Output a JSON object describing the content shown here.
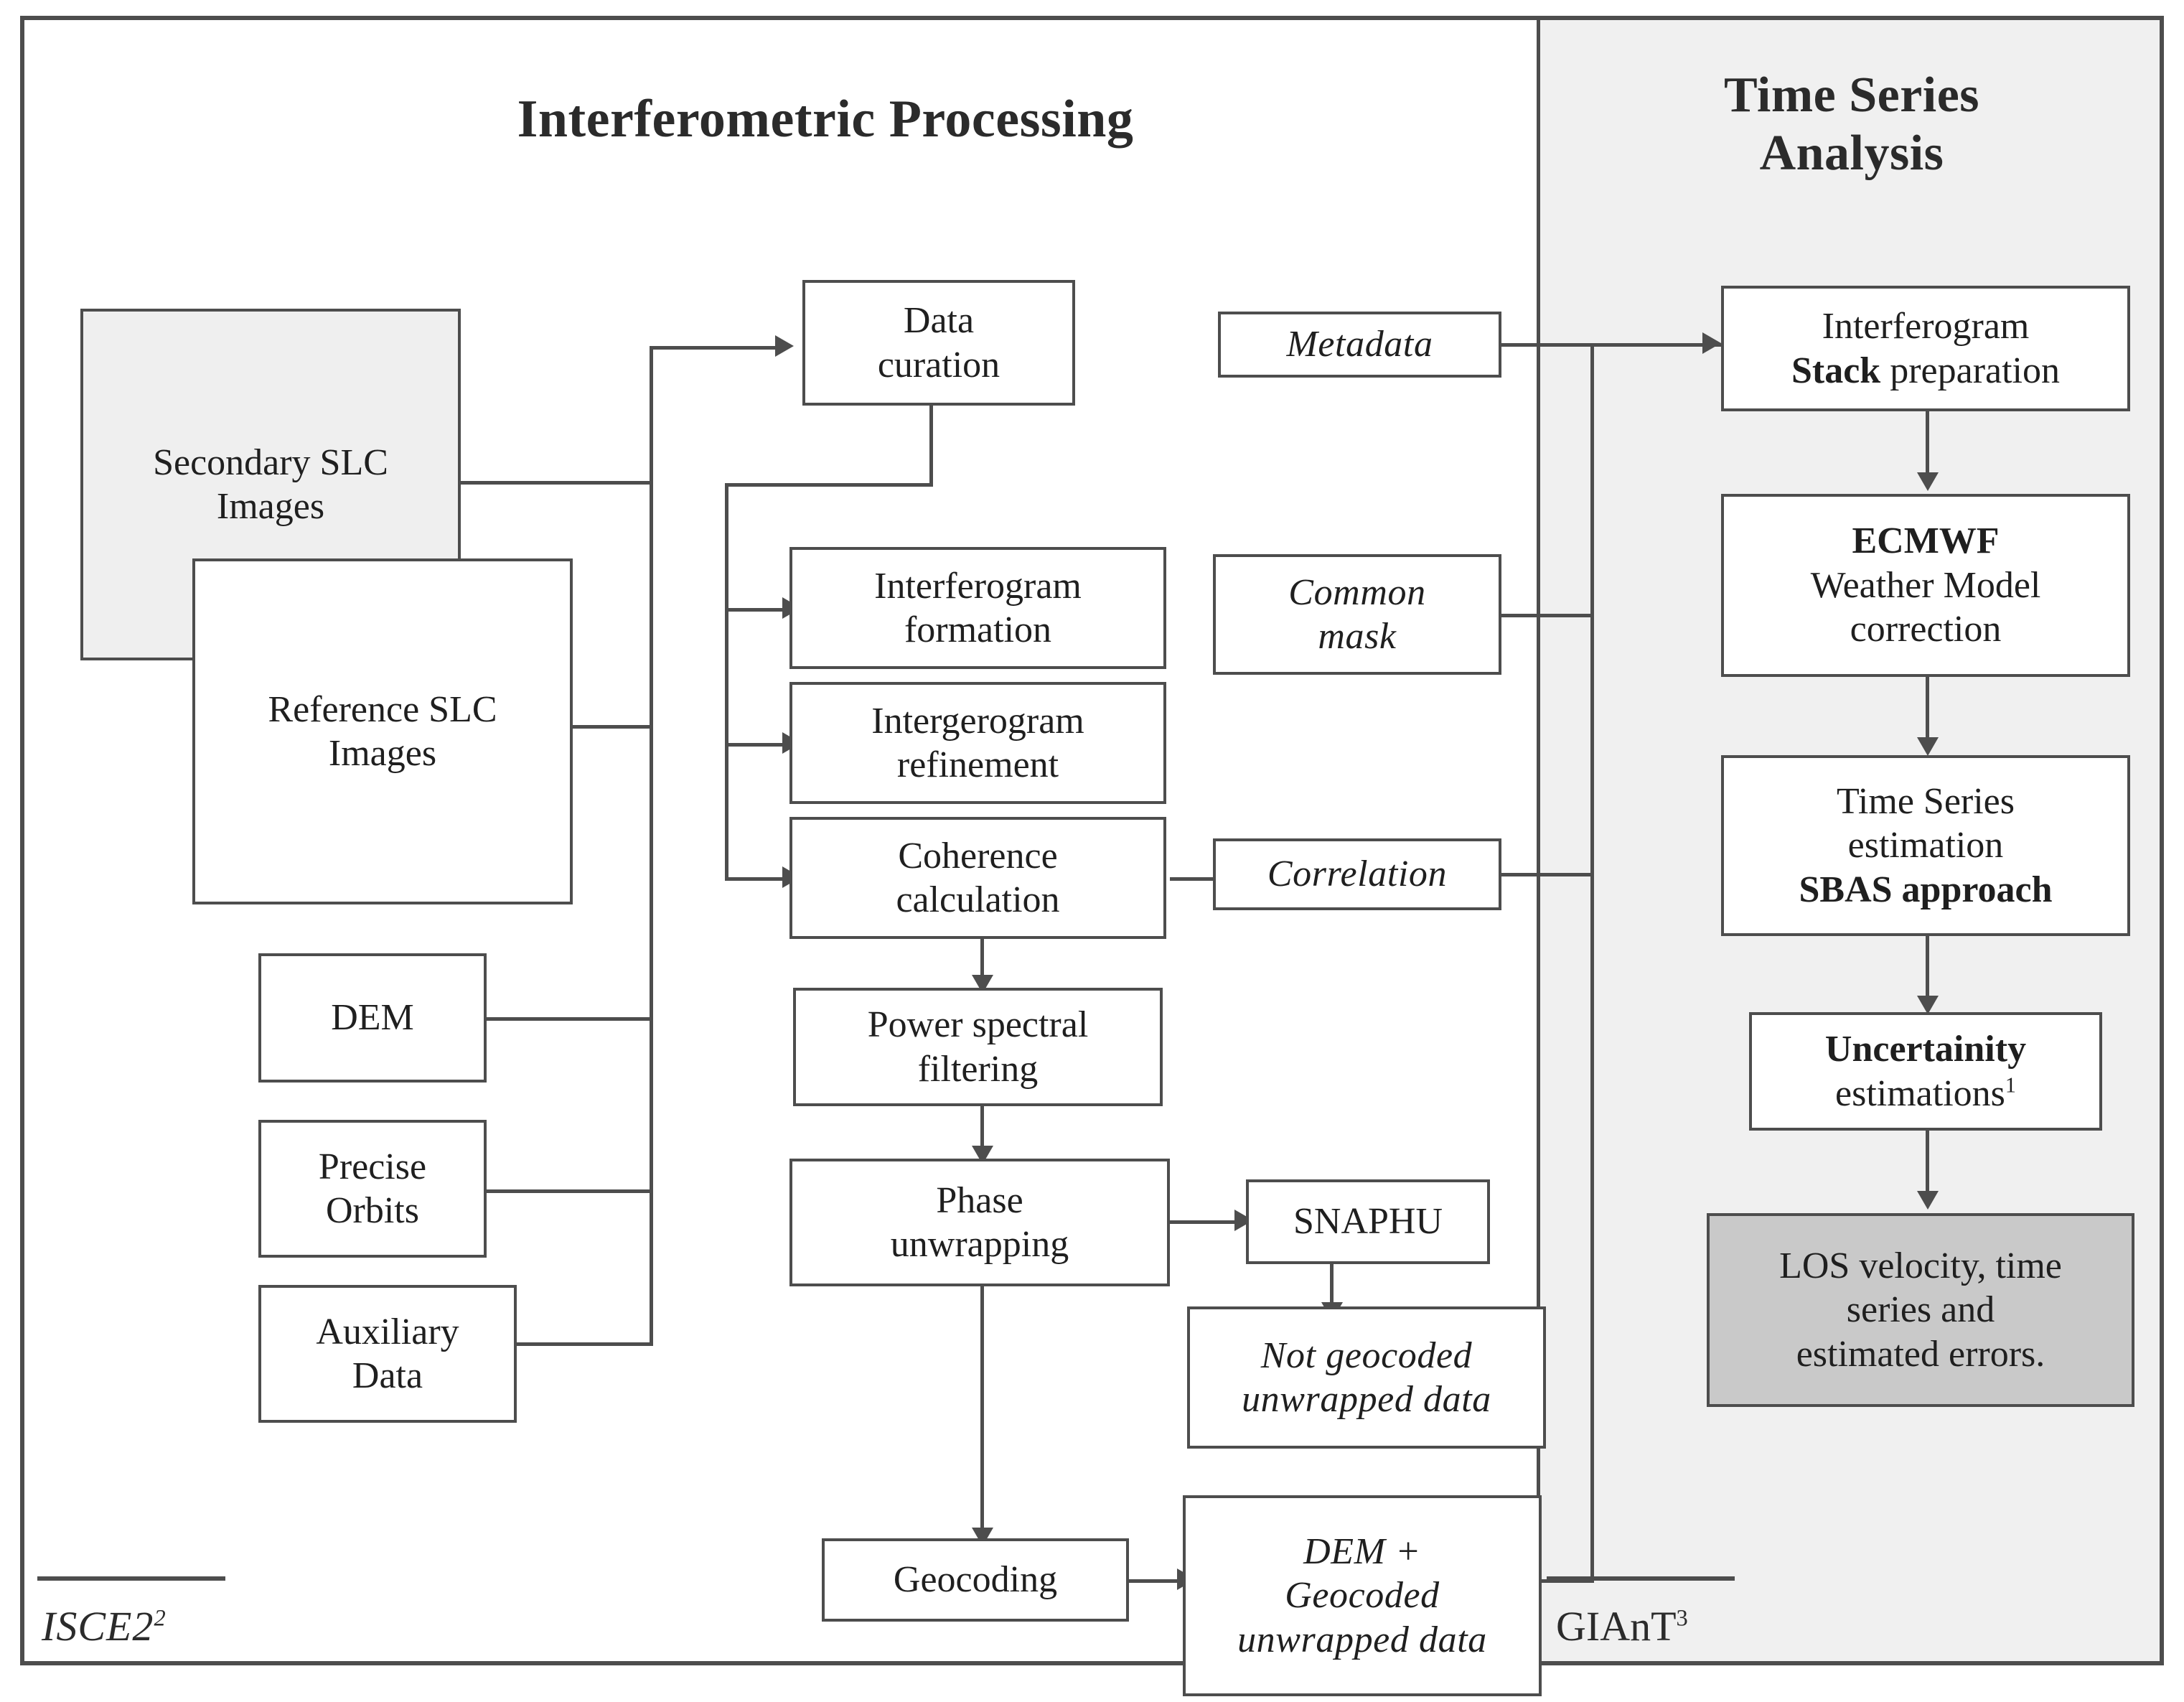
{
  "panels": {
    "left": {
      "title": "Interferometric Processing",
      "footer": "ISCE2",
      "footer_sup": "2"
    },
    "right": {
      "title": "Time Series\nAnalysis",
      "title_line1": "Time Series",
      "title_line2": "Analysis",
      "footer": "GIAnT",
      "footer_sup": "3"
    }
  },
  "colors": {
    "stroke": "#4d4d4d",
    "text": "#1f1f1f",
    "panel_right_bg": "#f0f0f0",
    "node_shaded_bg": "#efefef",
    "node_dark_bg": "#c9c9c9",
    "page_bg": "#ffffff"
  },
  "inputs": [
    {
      "id": "secondary-slc",
      "label_line1": "Secondary SLC",
      "label_line2": "Images",
      "style": "shaded"
    },
    {
      "id": "reference-slc",
      "label_line1": "Reference SLC",
      "label_line2": "Images",
      "style": "plain"
    },
    {
      "id": "dem",
      "label_line1": "DEM",
      "label_line2": "",
      "style": "plain"
    },
    {
      "id": "precise-orbits",
      "label_line1": "Precise",
      "label_line2": "Orbits",
      "style": "plain"
    },
    {
      "id": "auxiliary-data",
      "label_line1": "Auxiliary",
      "label_line2": "Data",
      "style": "plain"
    }
  ],
  "processing": [
    {
      "id": "data-curation",
      "label_line1": "Data",
      "label_line2": "curation"
    },
    {
      "id": "interferogram-formation",
      "label_line1": "Interferogram",
      "label_line2": "formation"
    },
    {
      "id": "interferogram-refinement",
      "label_line1": "Intergerogram",
      "label_line2": "refinement"
    },
    {
      "id": "coherence-calculation",
      "label_line1": "Coherence",
      "label_line2": "calculation"
    },
    {
      "id": "power-spectral-filtering",
      "label_line1": "Power spectral",
      "label_line2": "filtering"
    },
    {
      "id": "phase-unwrapping",
      "label_line1": "Phase",
      "label_line2": "unwrapping"
    },
    {
      "id": "geocoding",
      "label_line1": "Geocoding",
      "label_line2": ""
    },
    {
      "id": "snaphu",
      "label_line1": "SNAPHU",
      "label_line2": ""
    }
  ],
  "products": [
    {
      "id": "metadata",
      "label_line1": "Metadata",
      "label_line2": "",
      "label_line3": ""
    },
    {
      "id": "common-mask",
      "label_line1": "Common",
      "label_line2": "mask",
      "label_line3": ""
    },
    {
      "id": "correlation",
      "label_line1": "Correlation",
      "label_line2": "",
      "label_line3": ""
    },
    {
      "id": "not-geocoded-unwrapped-data",
      "label_line1": "Not geocoded",
      "label_line2": "unwrapped data",
      "label_line3": ""
    },
    {
      "id": "dem-geocoded-unwrapped-data",
      "label_line1": "DEM +",
      "label_line2": "Geocoded",
      "label_line3": "unwrapped data"
    }
  ],
  "timeseries": [
    {
      "id": "interferogram-stack-preparation",
      "line1_plain": "Interferogram",
      "line2_bold": "Stack",
      "line2_plain": " preparation"
    },
    {
      "id": "ecmwf-weather-model-correction",
      "line1_bold": "ECMWF",
      "line2_plain": "Weather Model",
      "line3_plain": "correction"
    },
    {
      "id": "time-series-estimation-sbas",
      "line1_plain": "Time Series",
      "line2_plain": "estimation",
      "line3_bold": "SBAS approach"
    },
    {
      "id": "uncertainty-estimations",
      "line1_bold": "Uncertainity",
      "line2_plain": "estimations",
      "line2_sup": "1"
    },
    {
      "id": "los-velocity-output",
      "line1_plain": "LOS velocity, time",
      "line2_plain": "series and",
      "line3_plain": "estimated errors."
    }
  ],
  "chart_data": {
    "type": "diagram",
    "title": "InSAR processing workflow",
    "nodes": [
      "Secondary SLC Images",
      "Reference SLC Images",
      "DEM",
      "Precise Orbits",
      "Auxiliary Data",
      "Data curation",
      "Interferogram formation",
      "Intergerogram refinement",
      "Coherence calculation",
      "Power spectral filtering",
      "Phase unwrapping",
      "SNAPHU",
      "Not geocoded unwrapped data",
      "Geocoding",
      "DEM + Geocoded unwrapped data",
      "Metadata",
      "Common mask",
      "Correlation",
      "Interferogram Stack preparation",
      "ECMWF Weather Model correction",
      "Time Series estimation SBAS approach",
      "Uncertainity estimations",
      "LOS velocity, time series and estimated errors."
    ],
    "edges": [
      [
        "Secondary SLC Images",
        "Data curation"
      ],
      [
        "Reference SLC Images",
        "Data curation"
      ],
      [
        "DEM",
        "Data curation"
      ],
      [
        "Precise Orbits",
        "Data curation"
      ],
      [
        "Auxiliary Data",
        "Data curation"
      ],
      [
        "Data curation",
        "Interferogram formation"
      ],
      [
        "Data curation",
        "Intergerogram refinement"
      ],
      [
        "Data curation",
        "Coherence calculation"
      ],
      [
        "Coherence calculation",
        "Correlation"
      ],
      [
        "Coherence calculation",
        "Power spectral filtering"
      ],
      [
        "Power spectral filtering",
        "Phase unwrapping"
      ],
      [
        "Phase unwrapping",
        "SNAPHU"
      ],
      [
        "SNAPHU",
        "Not geocoded unwrapped data"
      ],
      [
        "Phase unwrapping",
        "Geocoding"
      ],
      [
        "Geocoding",
        "DEM + Geocoded unwrapped data"
      ],
      [
        "Metadata",
        "Interferogram Stack preparation"
      ],
      [
        "Common mask",
        "Interferogram Stack preparation"
      ],
      [
        "Correlation",
        "Interferogram Stack preparation"
      ],
      [
        "DEM + Geocoded unwrapped data",
        "Interferogram Stack preparation"
      ],
      [
        "Interferogram Stack preparation",
        "ECMWF Weather Model correction"
      ],
      [
        "ECMWF Weather Model correction",
        "Time Series estimation SBAS approach"
      ],
      [
        "Time Series estimation SBAS approach",
        "Uncertainity estimations"
      ],
      [
        "Uncertainity estimations",
        "LOS velocity, time series and estimated errors."
      ]
    ]
  }
}
